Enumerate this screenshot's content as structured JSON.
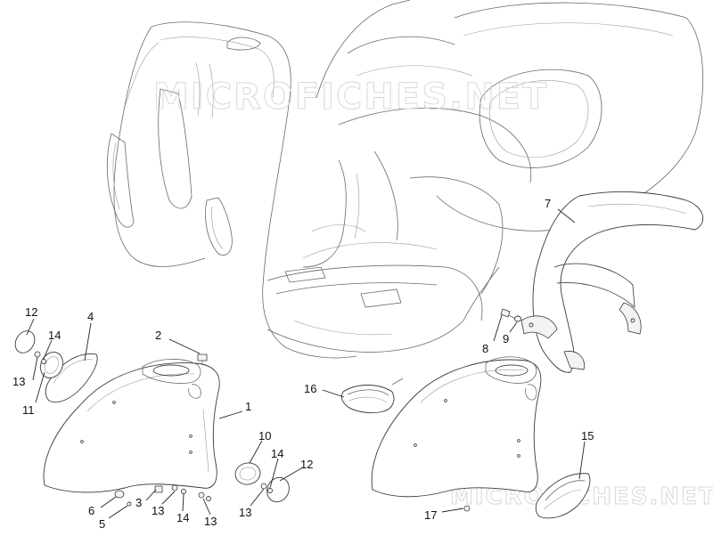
{
  "watermark": {
    "text": "MICROFICHES.NET"
  },
  "callouts": {
    "c1": "1",
    "c2": "2",
    "c3": "3",
    "c4": "4",
    "c5": "5",
    "c6": "6",
    "c7": "7",
    "c8": "8",
    "c9": "9",
    "c10": "10",
    "c11": "11",
    "c12a": "12",
    "c12b": "12",
    "c13a": "13",
    "c13b": "13",
    "c13c": "13",
    "c13d": "13",
    "c14a": "14",
    "c14b": "14",
    "c14c": "14",
    "c15": "15",
    "c16": "16",
    "c17": "17"
  },
  "colors": {
    "line": "#6a6a6a",
    "text": "#111111",
    "watermark": "#d8d8d8"
  }
}
